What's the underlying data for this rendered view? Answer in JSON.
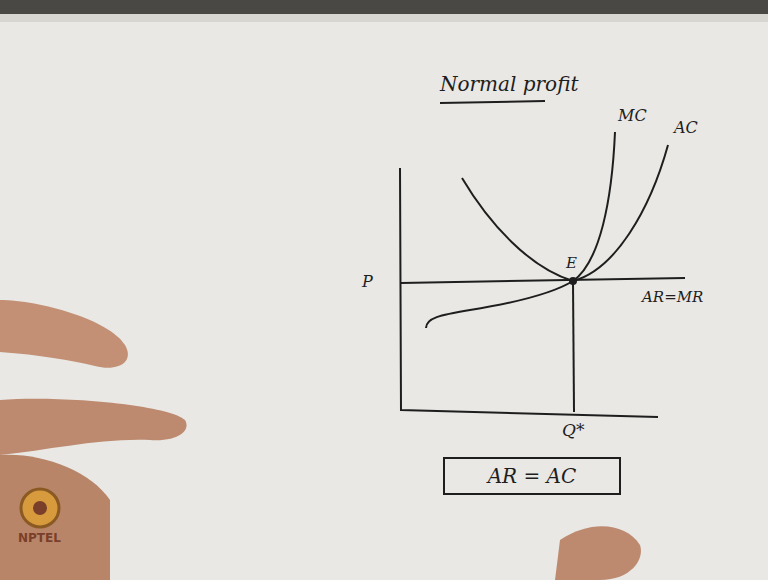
{
  "diagram": {
    "title": "Normal profit",
    "nodes": [
      {
        "text": [
          "AR = AC"
        ]
      }
    ],
    "labels": [
      "MC",
      "AC",
      "P",
      "E",
      "AR=MR",
      "Q*",
      "NPTEL"
    ]
  }
}
